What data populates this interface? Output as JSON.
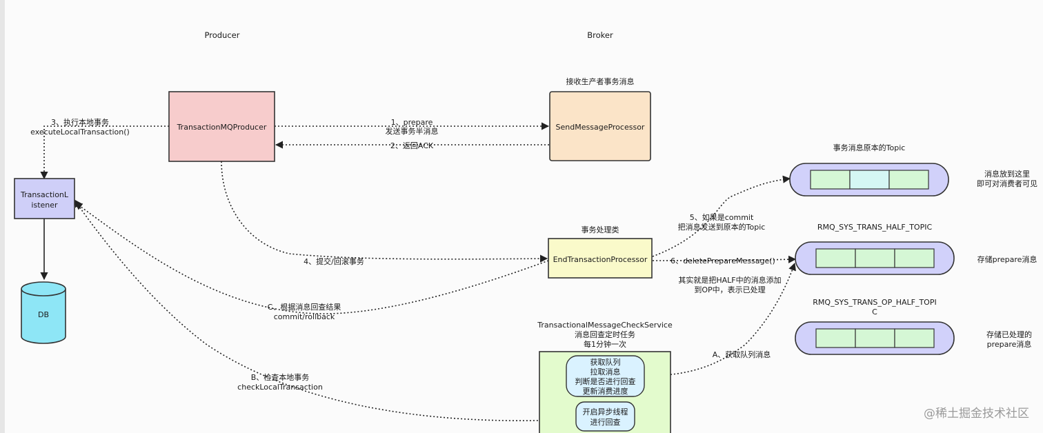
{
  "headers": {
    "producer": "Producer",
    "broker": "Broker"
  },
  "nodes": {
    "producer": "TransactionMQProducer",
    "send_processor": "SendMessageProcessor",
    "send_processor_caption": "接收生产者事务消息",
    "listener_line1": "TransactionL",
    "listener_line2": "istener",
    "db": "DB",
    "end_processor": "EndTransactionProcessor",
    "end_processor_caption": "事务处理类",
    "check_service_caption1": "TransactionalMessageCheckService",
    "check_service_caption2": "消息回查定时任务",
    "check_service_caption3": "每1分钟一次",
    "check_step1_line1": "获取队列",
    "check_step1_line2": "拉取消息",
    "check_step1_line3": "判断是否进行回查",
    "check_step1_line4": "更新消费进度",
    "check_step2_line1": "开启异步线程",
    "check_step2_line2": "进行回查"
  },
  "topics": {
    "original_caption": "事务消息原本的Topic",
    "half_caption": "RMQ_SYS_TRANS_HALF_TOPIC",
    "op_caption_line1": "RMQ_SYS_TRANS_OP_HALF_TOPI",
    "op_caption_line2": "C"
  },
  "notes": {
    "original_line1": "消息放到这里",
    "original_line2": "即可对消费者可见",
    "half": "存储prepare消息",
    "op_line1": "存储已处理的",
    "op_line2": "prepare消息"
  },
  "edges": {
    "step1_line1": "1、prepare",
    "step1_line2": "发送事务半消息",
    "step2": "2、返回ACK",
    "step3_line1": "3、执行本地事务",
    "step3_line2": "executeLocalTransaction()",
    "step4": "4、提交/回滚事务",
    "step5_line1": "5、如果是commit",
    "step5_line2": "把消息发送到原本的Topic",
    "step6": "6、deletePrepareMessage()",
    "step6_note_line1": "其实就是把HALF中的消息添加",
    "step6_note_line2": "到OP中，表示已处理",
    "stepA": "A、获取队列消息",
    "stepB_line1": "B、检查本地事务",
    "stepB_line2": "checkLocalTransaction",
    "stepC_line1": "C、根据消息回查结果",
    "stepC_line2": "commit/rollback"
  },
  "watermark": "@稀土掘金技术社区",
  "colors": {
    "producer_fill": "#f7cccc",
    "send_fill": "#fbe4c8",
    "listener_fill": "#cfcff8",
    "db_fill": "#8ee6f6",
    "end_fill": "#fafaca",
    "check_fill": "#e3fbcd",
    "check_step_fill": "#daf2ff",
    "topic_fill": "#d1d1fa",
    "cell_fill": "#d5f7d5",
    "cell_mid_fill": "#d5f7f4"
  }
}
